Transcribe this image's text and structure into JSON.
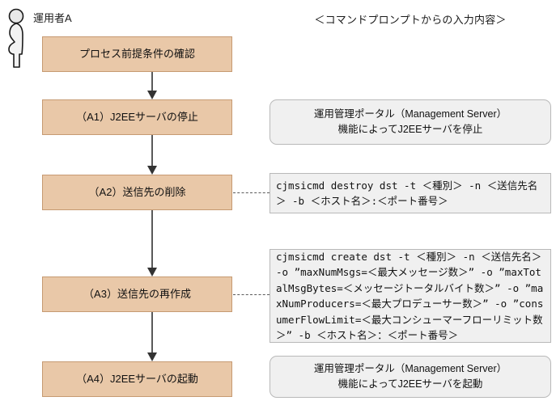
{
  "diagram": {
    "title_actor": "運用者A",
    "column_header": "＜コマンドプロンプトからの入力内容＞",
    "actor_icon": "person-standing-icon",
    "colors": {
      "process_fill": "#e9c8a8",
      "process_border": "#c69a72",
      "note_fill": "#f0f0f0",
      "note_border": "#b9b9b9",
      "arrow": "#5a5a5a",
      "background": "#ffffff"
    }
  },
  "steps": [
    {
      "id": "step-0",
      "label": "プロセス前提条件の確認",
      "note": null
    },
    {
      "id": "step-a1",
      "label": "（A1）J2EEサーバの停止",
      "note": {
        "kind": "rounded",
        "line1": "運用管理ポータル（Management Server）",
        "line2": "機能によってJ2EEサーバを停止"
      }
    },
    {
      "id": "step-a2",
      "label": "（A2）送信先の削除",
      "note": {
        "kind": "command",
        "text": "cjmsicmd destroy dst -t ＜種別＞ -n ＜送信先名＞ -b ＜ホスト名＞:＜ポート番号＞"
      }
    },
    {
      "id": "step-a3",
      "label": "（A3）送信先の再作成",
      "note": {
        "kind": "command",
        "text": "cjmsicmd create dst -t ＜種別＞ -n ＜送信先名＞ -o ”maxNumMsgs=＜最大メッセージ数＞” -o ”maxTotalMsgBytes=＜メッセージトータルバイト数＞” -o ”maxNumProducers=＜最大プロデューサー数＞” -o ”consumerFlowLimit=＜最大コンシューマーフローリミット数＞” -b ＜ホスト名＞：＜ポート番号＞"
      }
    },
    {
      "id": "step-a4",
      "label": "（A4）J2EEサーバの起動",
      "note": {
        "kind": "rounded",
        "line1": "運用管理ポータル（Management Server）",
        "line2": "機能によってJ2EEサーバを起動"
      }
    }
  ]
}
